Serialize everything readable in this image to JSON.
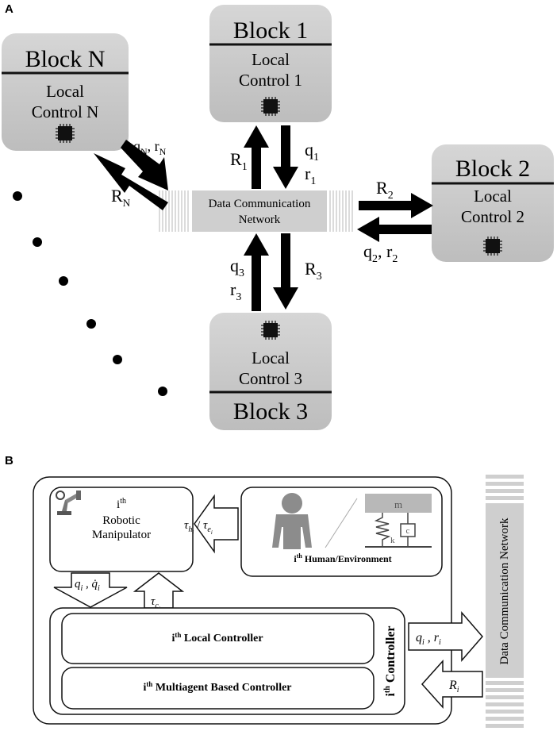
{
  "panel_a": {
    "label": "A",
    "block_1": {
      "title": "Block 1",
      "local_line1": "Local",
      "local_line2": "Control 1"
    },
    "block_2": {
      "title": "Block 2",
      "local_line1": "Local",
      "local_line2": "Control 2"
    },
    "block_3": {
      "title": "Block 3",
      "local_line1": "Local",
      "local_line2": "Control 3"
    },
    "block_n": {
      "title": "Block N",
      "local_line1": "Local",
      "local_line2": "Control N"
    },
    "network_line1": "Data Communication",
    "network_line2": "Network",
    "labels": {
      "R1": "R",
      "R1_sub": "1",
      "q1": "q",
      "q1_sub": "1",
      "r1": "r",
      "r1_sub": "1",
      "R2": "R",
      "R2_sub": "2",
      "q2r2": "q",
      "q2r2_sub1": "2",
      "q2r2_mid": ", r",
      "q2r2_sub2": "2",
      "q3": "q",
      "q3_sub": "3",
      "r3": "r",
      "r3_sub": "3",
      "R3": "R",
      "R3_sub": "3",
      "RN": "R",
      "RN_sub": "N",
      "qNrN": "q",
      "qNrN_sub1": "N",
      "qNrN_mid": ", r",
      "qNrN_sub2": "N"
    }
  },
  "panel_b": {
    "label": "B",
    "manipulator_line1_sup": "th",
    "manipulator_line1": "i",
    "manipulator_line2": "Robotic",
    "manipulator_line3": "Manipulator",
    "human_env_prefix": "i",
    "human_env_sup": "th",
    "human_env": " Human/Environment",
    "mass_label": "m",
    "damper_label": "c",
    "spring_label": "k",
    "local_controller_prefix": "i",
    "local_controller_sup": "th",
    "local_controller": " Local Controller",
    "multiagent_prefix": "i",
    "multiagent_sup": "th",
    "multiagent": " Multiagent Based Controller",
    "controller_prefix": "i",
    "controller_sup": "th",
    "controller": " Controller",
    "network": "Data Communication Network",
    "tau_h": "τ",
    "tau_h_sub": "h",
    "tau_h_subsub": "i",
    "tau_slash": " / ",
    "tau_e": "τ",
    "tau_e_sub": "e",
    "tau_e_subsub": "i",
    "q_down": "q",
    "q_down_sub": "i",
    "q_down_sep": " , ",
    "qdot": "q̇",
    "qdot_sub": "i",
    "tau_c": "τ",
    "tau_c_sub": "c",
    "tau_c_subsub": "i",
    "q_out": "q",
    "q_out_sub": "i",
    "q_out_sep": " , ",
    "r_out": "r",
    "r_out_sub": "i",
    "R_in": "R",
    "R_in_sub": "i"
  }
}
